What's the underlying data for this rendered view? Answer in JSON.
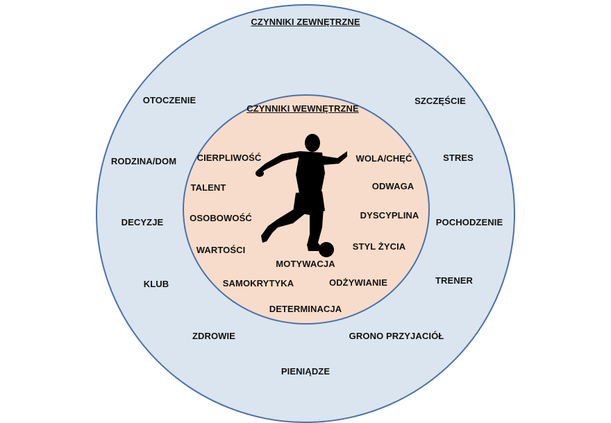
{
  "outer_title": "CZYNNIKI ZEWNĘTRZNE",
  "inner_title": "CZYNNIKI WEWNĘTRZNE",
  "external": {
    "otoczenie": "OTOCZENIE",
    "szczescie": "SZCZĘŚCIE",
    "rodzina": "RODZINA/DOM",
    "stres": "STRES",
    "decyzje": "DECYZJE",
    "pochodzenie": "POCHODZENIE",
    "klub": "KLUB",
    "trener": "TRENER",
    "zdrowie": "ZDROWIE",
    "grono": "GRONO PRZYJACIÓŁ",
    "pieniadze": "PIENIĄDZE"
  },
  "internal": {
    "cierpliwosc": "CIERPLIWOŚĆ",
    "wola": "WOLA/CHĘĆ",
    "talent": "TALENT",
    "odwaga": "ODWAGA",
    "osobowosc": "OSOBOWOŚĆ",
    "dyscyplina": "DYSCYPLINA",
    "wartosci": "WARTOŚCI",
    "styl": "STYL ŻYCIA",
    "motywacja": "MOTYWACJA",
    "samokrytyka": "SAMOKRYTYKA",
    "odzywianie": "ODŻYWIANIE",
    "determinacja": "DETERMINACJA"
  },
  "colors": {
    "outer_fill": "#dae5f0",
    "inner_fill": "#f7dccb",
    "border": "#4a71a6",
    "silhouette": "#000000"
  },
  "icons": [
    "soccer-player-silhouette-icon",
    "soccer-ball-icon"
  ]
}
